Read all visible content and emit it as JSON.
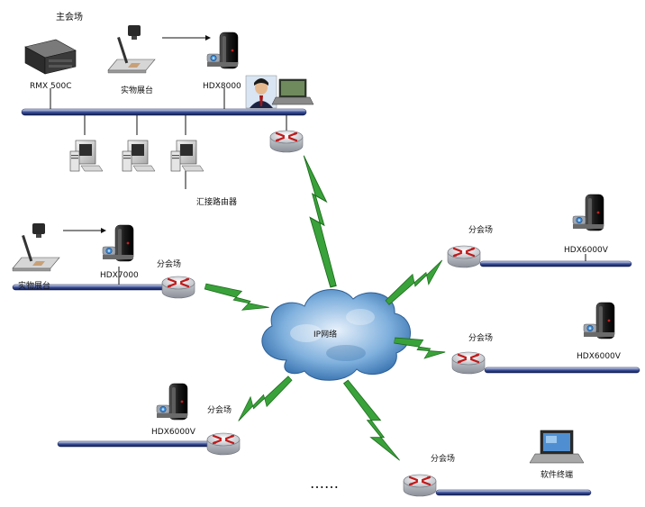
{
  "main_site": {
    "title": "主会场",
    "rmx_label": "RMX 500C",
    "doc_camera_label": "实物展台",
    "hdx8000_label": "HDX8000",
    "router_label": "汇接路由器"
  },
  "cloud_label": "IP网络",
  "ellipsis": "……",
  "branches": {
    "left_top": {
      "label": "分会场",
      "device_label": "HDX7000",
      "doc_camera_label": "实物展台"
    },
    "left_bottom": {
      "label": "分会场",
      "device_label": "HDX6000V"
    },
    "right_top": {
      "label": "分会场",
      "device_label": "HDX6000V"
    },
    "right_mid": {
      "label": "分会场",
      "device_label": "HDX6000V"
    },
    "right_bottom": {
      "label": "分会场",
      "device_label": "软件终端"
    }
  },
  "colors": {
    "bus": "#1c2a6b",
    "bolt": "#3aa23a",
    "router_arrow": "#c01818",
    "cloud": "#4a86c5"
  }
}
